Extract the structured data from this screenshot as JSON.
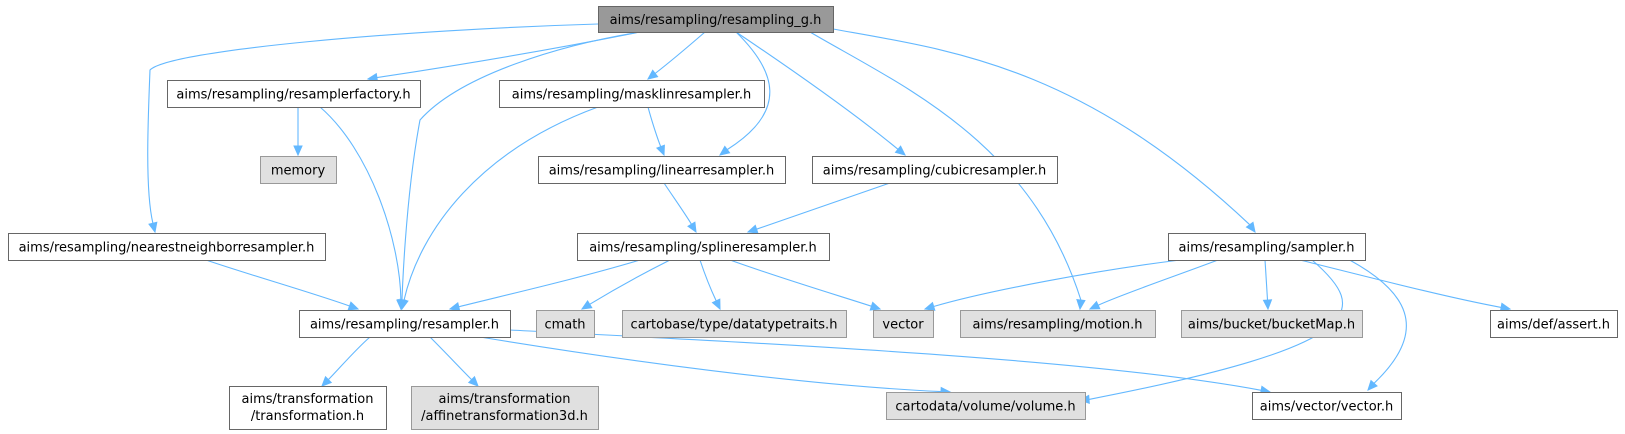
{
  "colors": {
    "root_fill": "#999999",
    "root_stroke": "#666666",
    "doc_fill": "#ffffff",
    "doc_stroke": "#666666",
    "ext_fill": "#e0e0e0",
    "ext_stroke": "#999999",
    "edge": "#63b8ff"
  },
  "nodes": [
    {
      "id": "resampling_g",
      "label": "aims/resampling/resampling_g.h",
      "kind": "root"
    },
    {
      "id": "resamplerfactory",
      "label": "aims/resampling/resamplerfactory.h",
      "kind": "doc"
    },
    {
      "id": "masklinresampler",
      "label": "aims/resampling/masklinresampler.h",
      "kind": "doc"
    },
    {
      "id": "memory",
      "label": "memory",
      "kind": "ext"
    },
    {
      "id": "linearresampler",
      "label": "aims/resampling/linearresampler.h",
      "kind": "doc"
    },
    {
      "id": "cubicresampler",
      "label": "aims/resampling/cubicresampler.h",
      "kind": "doc"
    },
    {
      "id": "nearestneighbor",
      "label": "aims/resampling/nearestneighborresampler.h",
      "kind": "doc"
    },
    {
      "id": "splineresampler",
      "label": "aims/resampling/splineresampler.h",
      "kind": "doc"
    },
    {
      "id": "sampler",
      "label": "aims/resampling/sampler.h",
      "kind": "doc"
    },
    {
      "id": "resampler",
      "label": "aims/resampling/resampler.h",
      "kind": "doc"
    },
    {
      "id": "cmath",
      "label": "cmath",
      "kind": "ext"
    },
    {
      "id": "datatypetraits",
      "label": "cartobase/type/datatypetraits.h",
      "kind": "ext"
    },
    {
      "id": "vector",
      "label": "vector",
      "kind": "ext"
    },
    {
      "id": "motion",
      "label": "aims/resampling/motion.h",
      "kind": "ext"
    },
    {
      "id": "bucketmap",
      "label": "aims/bucket/bucketMap.h",
      "kind": "ext"
    },
    {
      "id": "assert",
      "label": "aims/def/assert.h",
      "kind": "doc"
    },
    {
      "id": "transformation",
      "label": [
        "aims/transformation",
        "/transformation.h"
      ],
      "kind": "doc"
    },
    {
      "id": "affine",
      "label": [
        "aims/transformation",
        "/affinetransformation3d.h"
      ],
      "kind": "ext"
    },
    {
      "id": "volume",
      "label": "cartodata/volume/volume.h",
      "kind": "ext"
    },
    {
      "id": "vectorh",
      "label": "aims/vector/vector.h",
      "kind": "doc"
    }
  ],
  "edges": [
    {
      "from": "resampling_g",
      "to": "resamplerfactory"
    },
    {
      "from": "resampling_g",
      "to": "masklinresampler"
    },
    {
      "from": "resampling_g",
      "to": "linearresampler"
    },
    {
      "from": "resampling_g",
      "to": "cubicresampler"
    },
    {
      "from": "resampling_g",
      "to": "nearestneighbor"
    },
    {
      "from": "resampling_g",
      "to": "resampler"
    },
    {
      "from": "resampling_g",
      "to": "sampler"
    },
    {
      "from": "resampling_g",
      "to": "motion"
    },
    {
      "from": "resamplerfactory",
      "to": "memory"
    },
    {
      "from": "resamplerfactory",
      "to": "resampler"
    },
    {
      "from": "masklinresampler",
      "to": "linearresampler"
    },
    {
      "from": "masklinresampler",
      "to": "resampler"
    },
    {
      "from": "linearresampler",
      "to": "splineresampler"
    },
    {
      "from": "cubicresampler",
      "to": "splineresampler"
    },
    {
      "from": "nearestneighbor",
      "to": "resampler"
    },
    {
      "from": "splineresampler",
      "to": "resampler"
    },
    {
      "from": "splineresampler",
      "to": "cmath"
    },
    {
      "from": "splineresampler",
      "to": "datatypetraits"
    },
    {
      "from": "splineresampler",
      "to": "vector"
    },
    {
      "from": "sampler",
      "to": "vector"
    },
    {
      "from": "sampler",
      "to": "motion"
    },
    {
      "from": "sampler",
      "to": "bucketmap"
    },
    {
      "from": "sampler",
      "to": "assert"
    },
    {
      "from": "sampler",
      "to": "volume"
    },
    {
      "from": "sampler",
      "to": "vectorh"
    },
    {
      "from": "resampler",
      "to": "transformation"
    },
    {
      "from": "resampler",
      "to": "affine"
    },
    {
      "from": "resampler",
      "to": "volume"
    },
    {
      "from": "resampler",
      "to": "vectorh"
    }
  ]
}
